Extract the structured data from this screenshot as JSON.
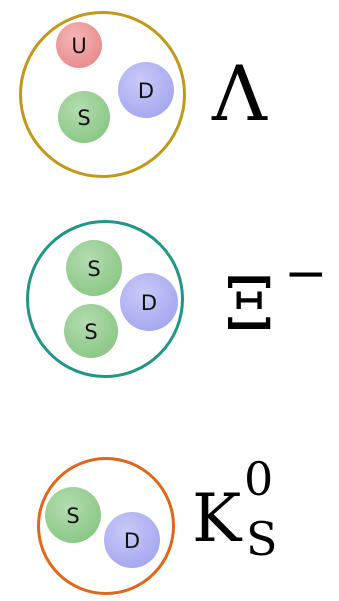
{
  "colors": {
    "lambda_ring": "#c2981a",
    "xi_ring": "#1f9688",
    "kaon_ring": "#e0661a",
    "u_quark": "#ea8f8f",
    "s_quark": "#8ec98a",
    "d_quark": "#a9aaf0"
  },
  "particles": [
    {
      "quarks": [
        "U",
        "D",
        "S"
      ],
      "symbol": "Λ"
    },
    {
      "quarks": [
        "S",
        "D",
        "S"
      ],
      "symbol": "Ξ",
      "superscript": "−"
    },
    {
      "quarks": [
        "S",
        "D"
      ],
      "symbol": "K",
      "superscript": "0",
      "subscript": "S"
    }
  ]
}
